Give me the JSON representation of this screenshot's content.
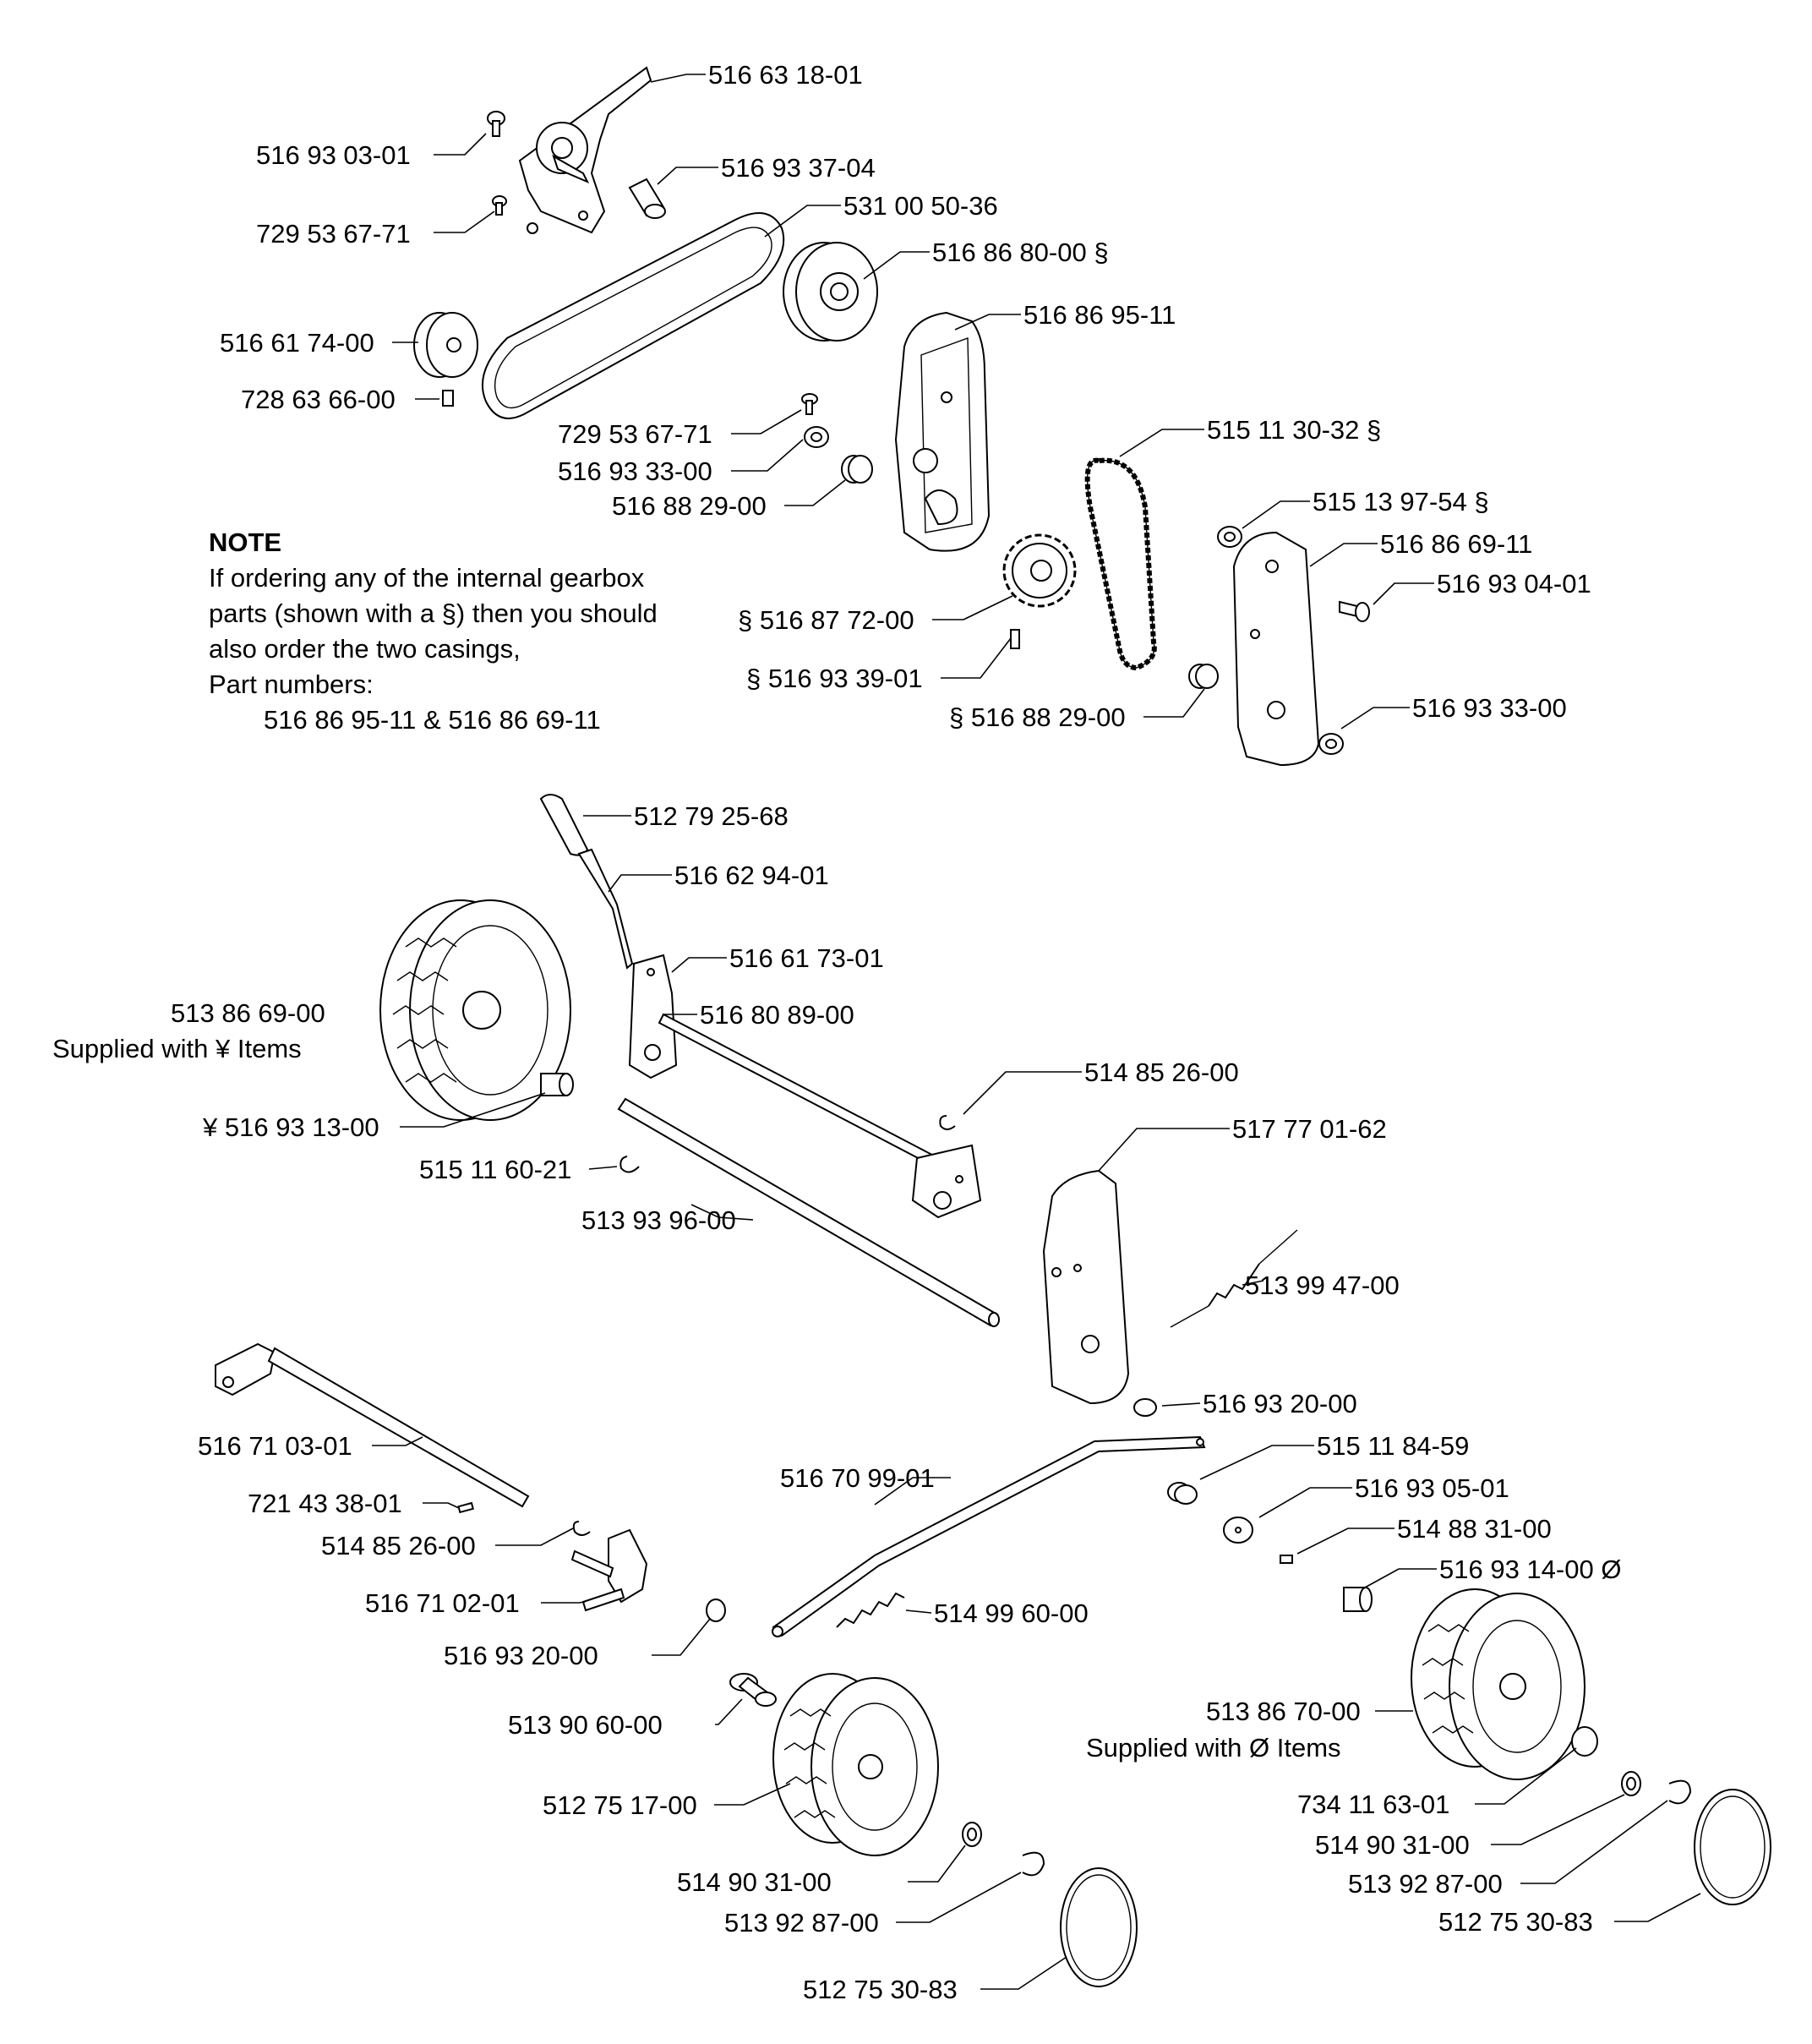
{
  "labels": {
    "l01": "516 63 18-01",
    "l02": "516 93 03-01",
    "l03": "516 93 37-04",
    "l04": "729 53 67-71",
    "l05": "531 00 50-36",
    "l06": "516 86 80-00 §",
    "l07": "516 61 74-00",
    "l08": "516 86 95-11",
    "l09": "728 63 66-00",
    "l10": "729 53 67-71",
    "l11": "515 11 30-32 §",
    "l12": "516 93 33-00",
    "l13": "516 88 29-00",
    "l14": "515 13 97-54 §",
    "l15": "516 86 69-11",
    "l16": "516 93 04-01",
    "l17": "§ 516 87 72-00",
    "l18": "§ 516 93 39-01",
    "l19": "§ 516 88 29-00",
    "l20": "516 93 33-00",
    "l21": "512 79 25-68",
    "l22": "516 62 94-01",
    "l23": "516 61 73-01",
    "l24": "513 86 69-00",
    "l25": "Supplied with  ¥  Items",
    "l26": "516 80 89-00",
    "l27": "514 85 26-00",
    "l28": "¥ 516 93 13-00",
    "l29": "517 77 01-62",
    "l30": "515 11 60-21",
    "l31": "513 93 96-00",
    "l32": "513 99 47-00",
    "l33": "516 93 20-00",
    "l34": "516 71 03-01",
    "l35": "515 11 84-59",
    "l36": "516 70 99-01",
    "l37": "516 93 05-01",
    "l38": "721 43 38-01",
    "l39": "514 88 31-00",
    "l40": "514 85 26-00",
    "l41": "516 93 14-00 Ø",
    "l42": "516 71 02-01",
    "l43": "514 99 60-00",
    "l44": "516 93 20-00",
    "l45": "513 90 60-00",
    "l46": "513 86 70-00",
    "l47": "Supplied with Ø  Items",
    "l48": "512 75 17-00",
    "l49": "734 11 63-01",
    "l50": "514 90 31-00",
    "l51": "514 90 31-00",
    "l52": "513 92 87-00",
    "l53": "513 92 87-00",
    "l54": "512 75 30-83",
    "l55": "512 75 30-83"
  },
  "note": {
    "title": "NOTE",
    "line1": "If ordering any of the internal gearbox",
    "line2": "parts (shown with a §) then you should",
    "line3": "also order the two casings,",
    "line4": "Part numbers:",
    "line5": "516 86 95-11 & 516 86 69-11"
  }
}
